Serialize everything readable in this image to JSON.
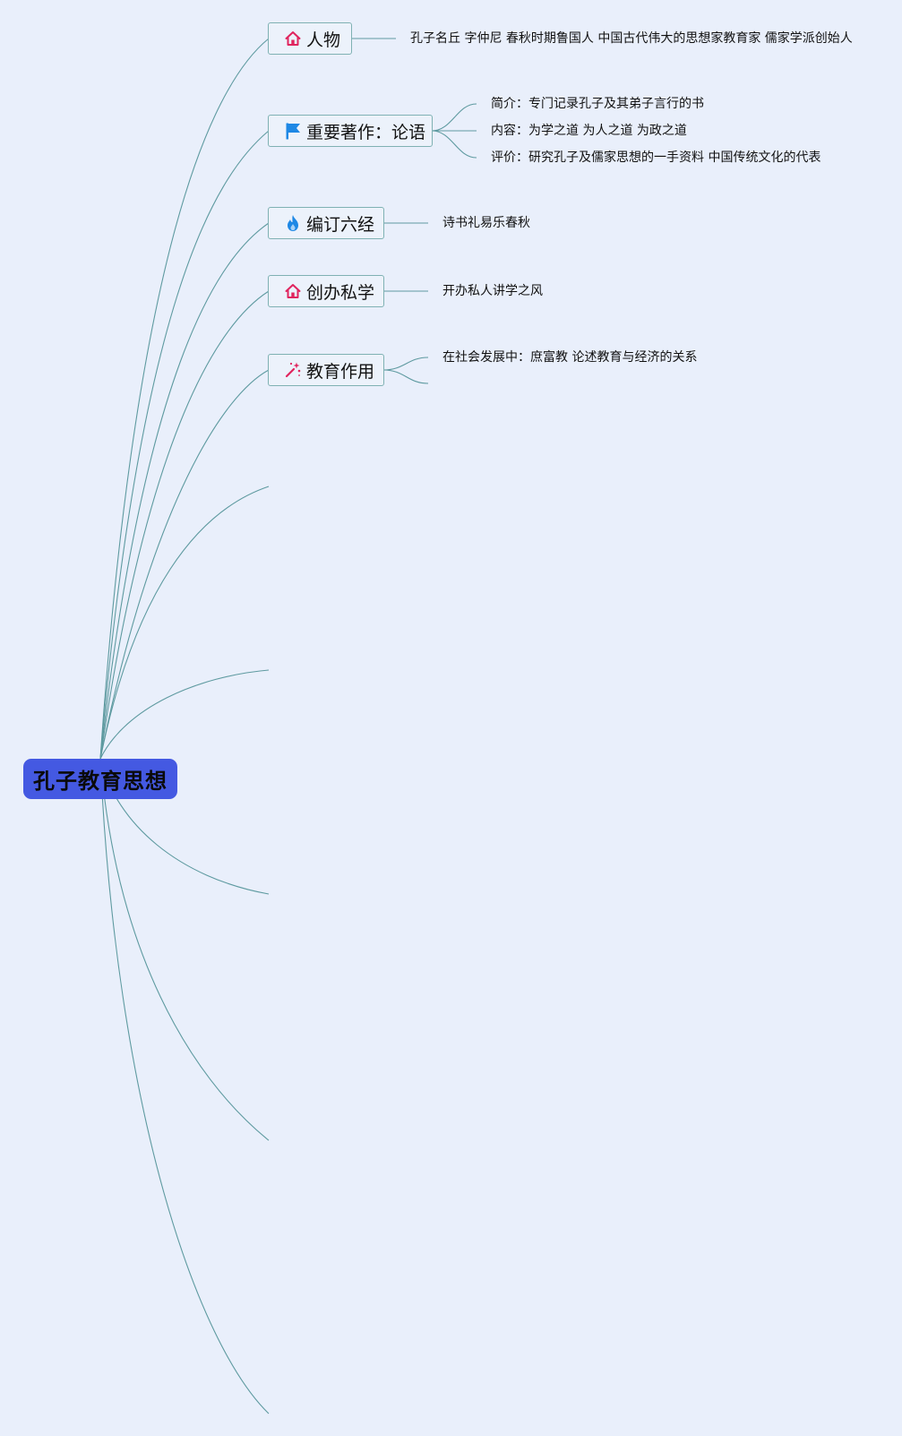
{
  "root": {
    "label": "孔子教育思想"
  },
  "topics": [
    {
      "id": "renwu",
      "label": "人物",
      "icon": "house-icon",
      "children": [
        "孔子名丘 字仲尼 春秋时期鲁国人 中国古代伟大的思想家教育家 儒家学派创始人"
      ]
    },
    {
      "id": "lunyu",
      "label": "重要著作：论语",
      "icon": "flag-icon",
      "children": [
        "简介：专门记录孔子及其弟子言行的书",
        "内容：为学之道 为人之道 为政之道",
        "评价：研究孔子及儒家思想的一手资料 中国传统文化的代表"
      ]
    },
    {
      "id": "liujing",
      "label": "编订六经",
      "icon": "flame-icon",
      "children": [
        "诗书礼易乐春秋"
      ]
    },
    {
      "id": "sixue",
      "label": "创办私学",
      "icon": "house-icon",
      "children": [
        "开办私人讲学之风"
      ]
    },
    {
      "id": "zuoyong",
      "label": "教育作用",
      "icon": "magic-wand-icon",
      "children": [
        "在社会发展中：庶富教 论述教育与经济的关系",
        ""
      ]
    }
  ],
  "colors": {
    "background": "#e9effb",
    "root_fill": "#4459e2",
    "connector": "#5e9aa0",
    "topic_border": "#7fb1b3",
    "icon_pink": "#e0245e",
    "icon_blue": "#1e88e5"
  }
}
